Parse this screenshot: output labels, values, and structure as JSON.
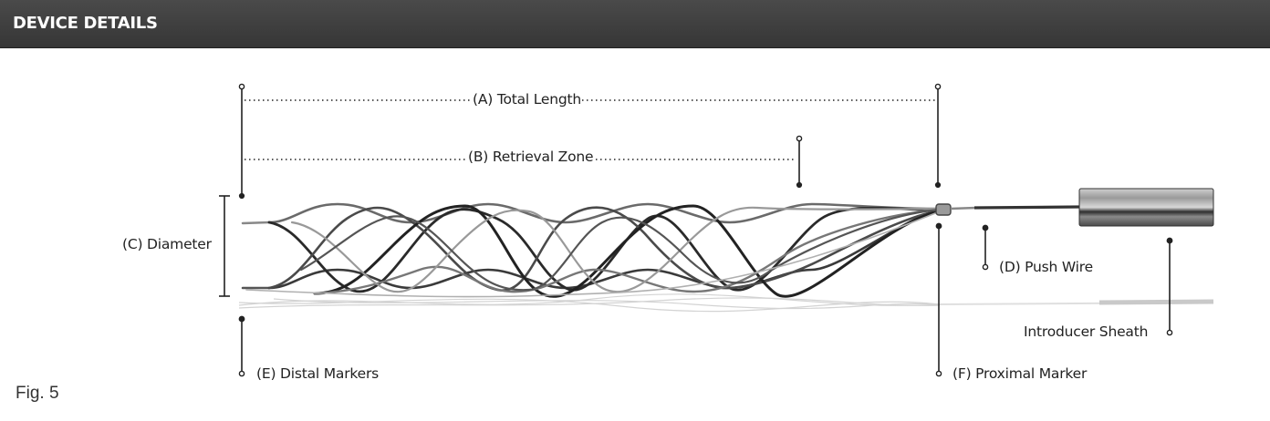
{
  "header": {
    "title": "DEVICE DETAILS"
  },
  "labels": {
    "total_length": "(A) Total Length",
    "retrieval_zone": "(B) Retrieval Zone",
    "diameter": "(C) Diameter",
    "push_wire": "(D) Push Wire",
    "distal_markers": "(E) Distal Markers",
    "proximal_marker": "(F) Proximal Marker",
    "introducer_sheath": "Introducer Sheath"
  },
  "figure_caption": "Fig. 5",
  "colors": {
    "header": "#3c3c3c",
    "wire": "#2a2a2a",
    "sheath": "#7a7a7a"
  }
}
